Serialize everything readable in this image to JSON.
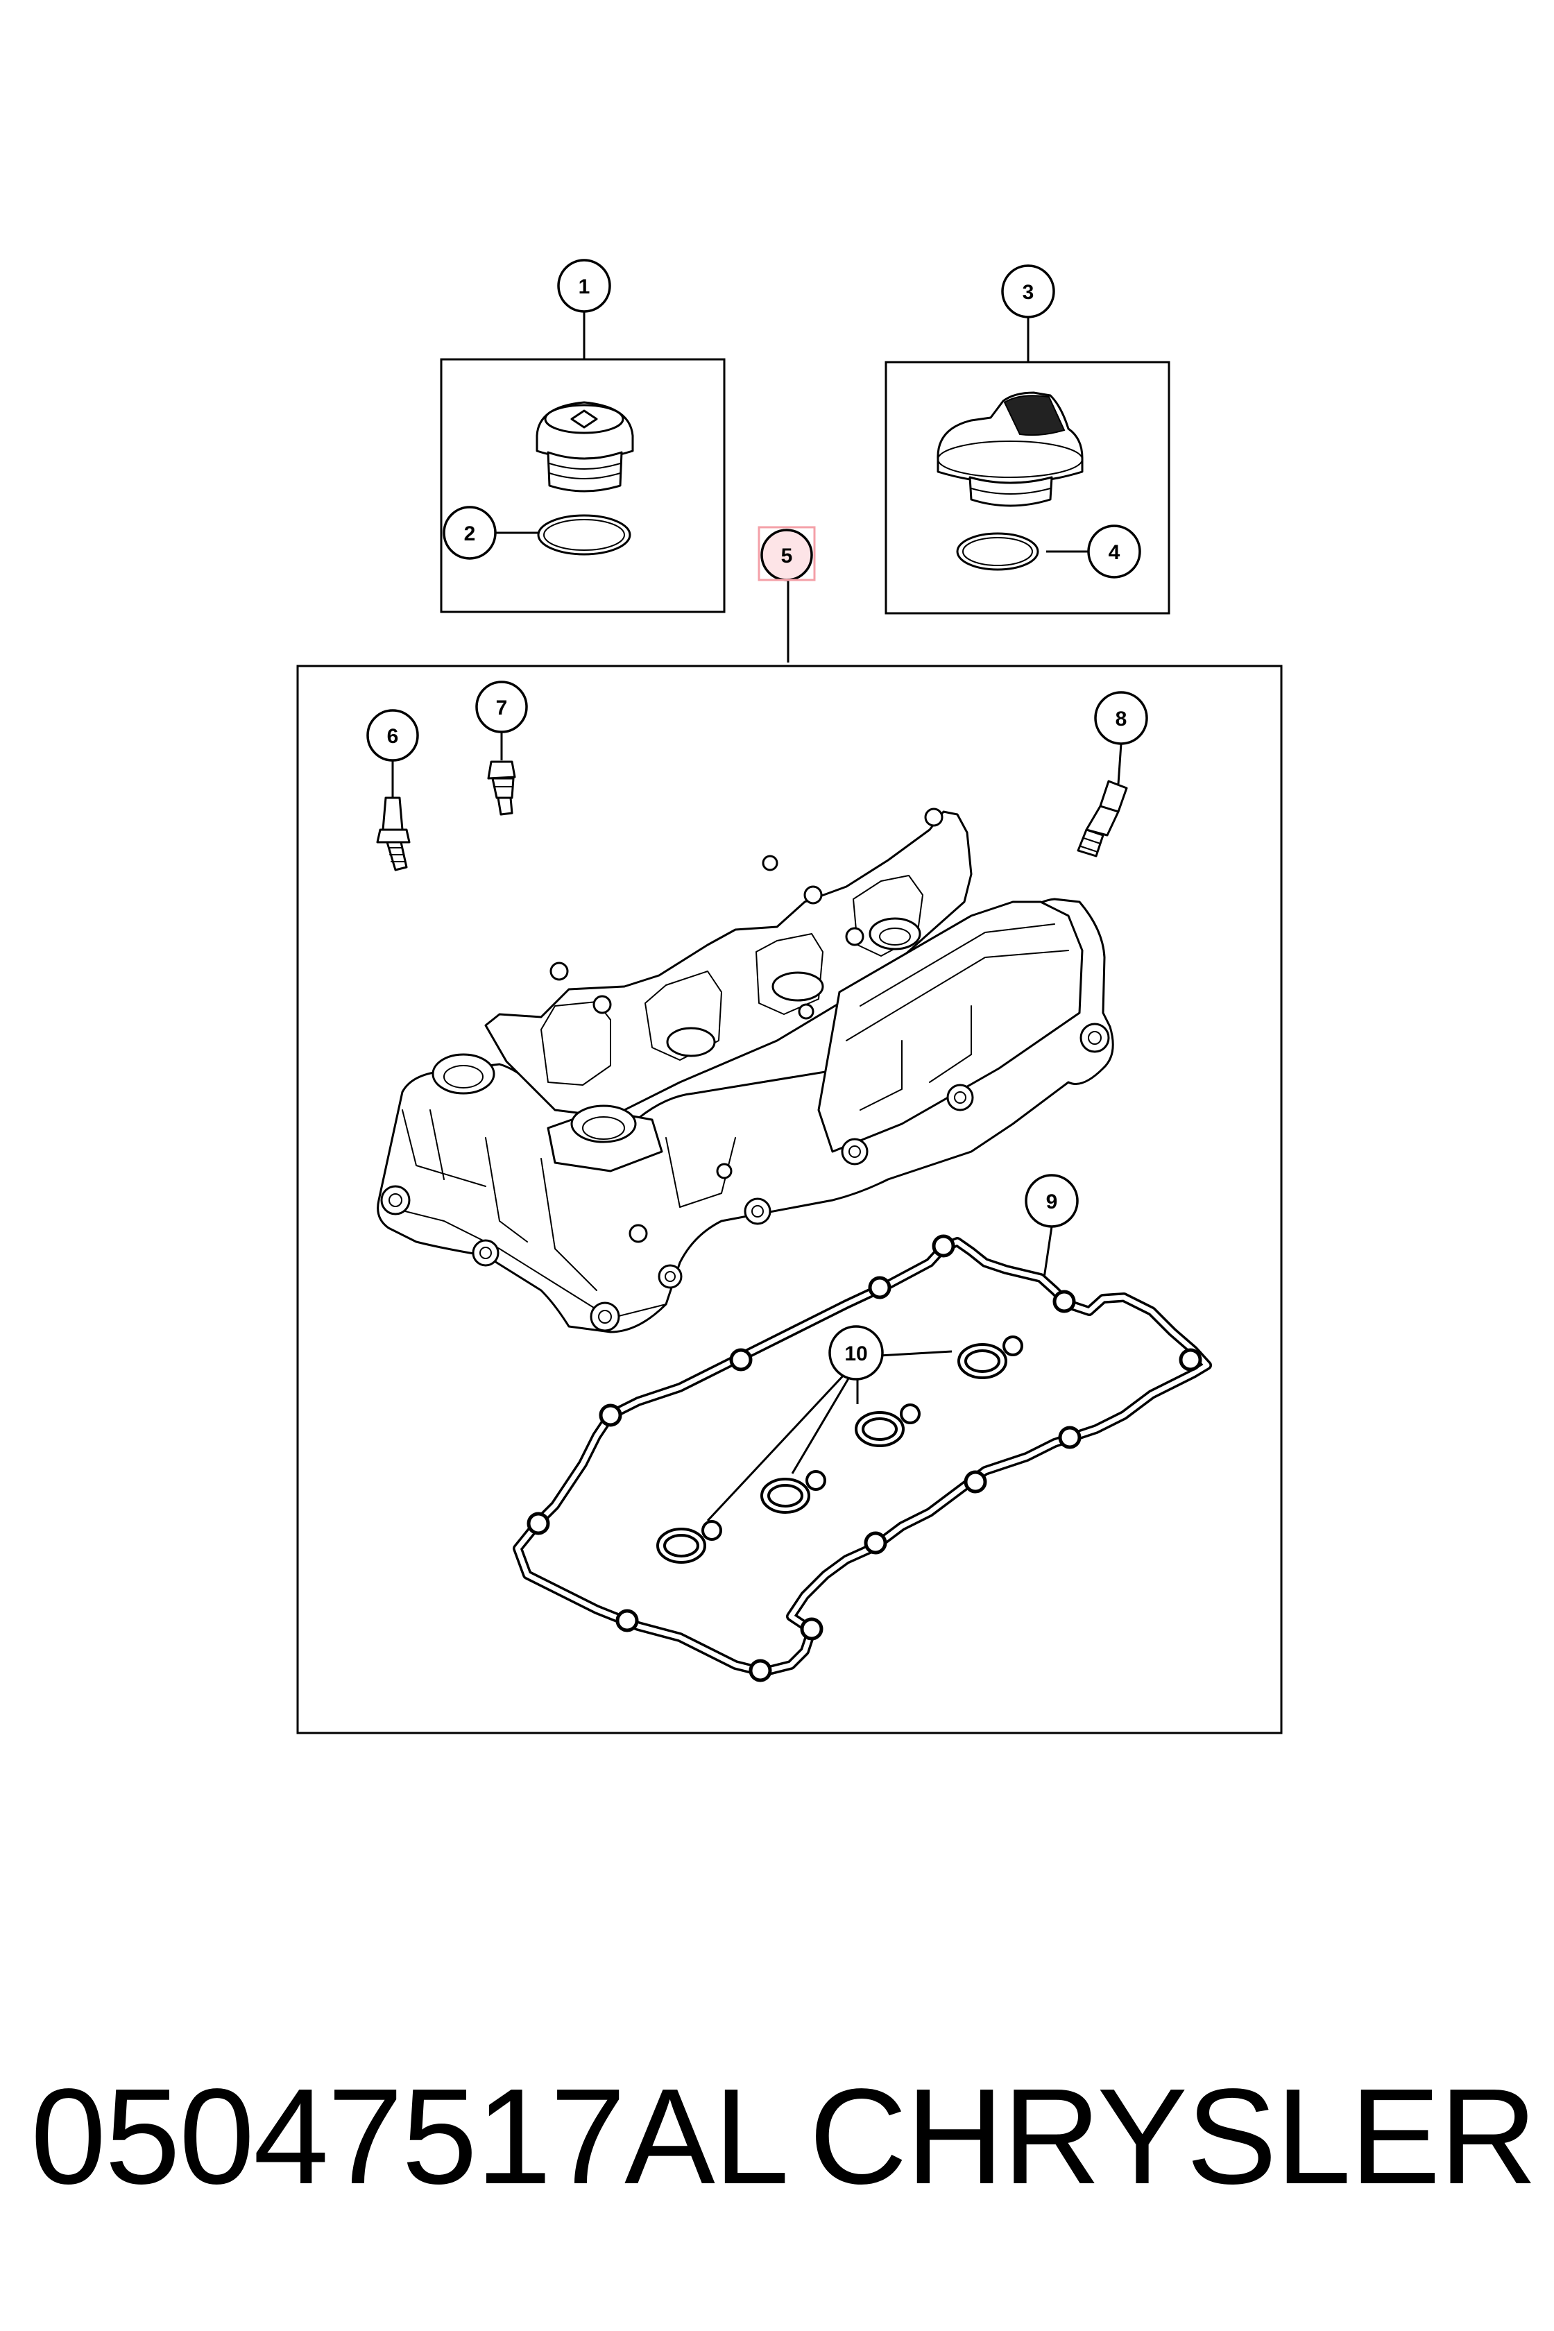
{
  "callouts": {
    "c1": "1",
    "c2": "2",
    "c3": "3",
    "c4": "4",
    "c5": "5",
    "c6": "6",
    "c7": "7",
    "c8": "8",
    "c9": "9",
    "c10": "10"
  },
  "highlight_color": "#f4a0a8",
  "footer": {
    "part_number": "05047517AL",
    "brand": "CHRYSLER"
  }
}
